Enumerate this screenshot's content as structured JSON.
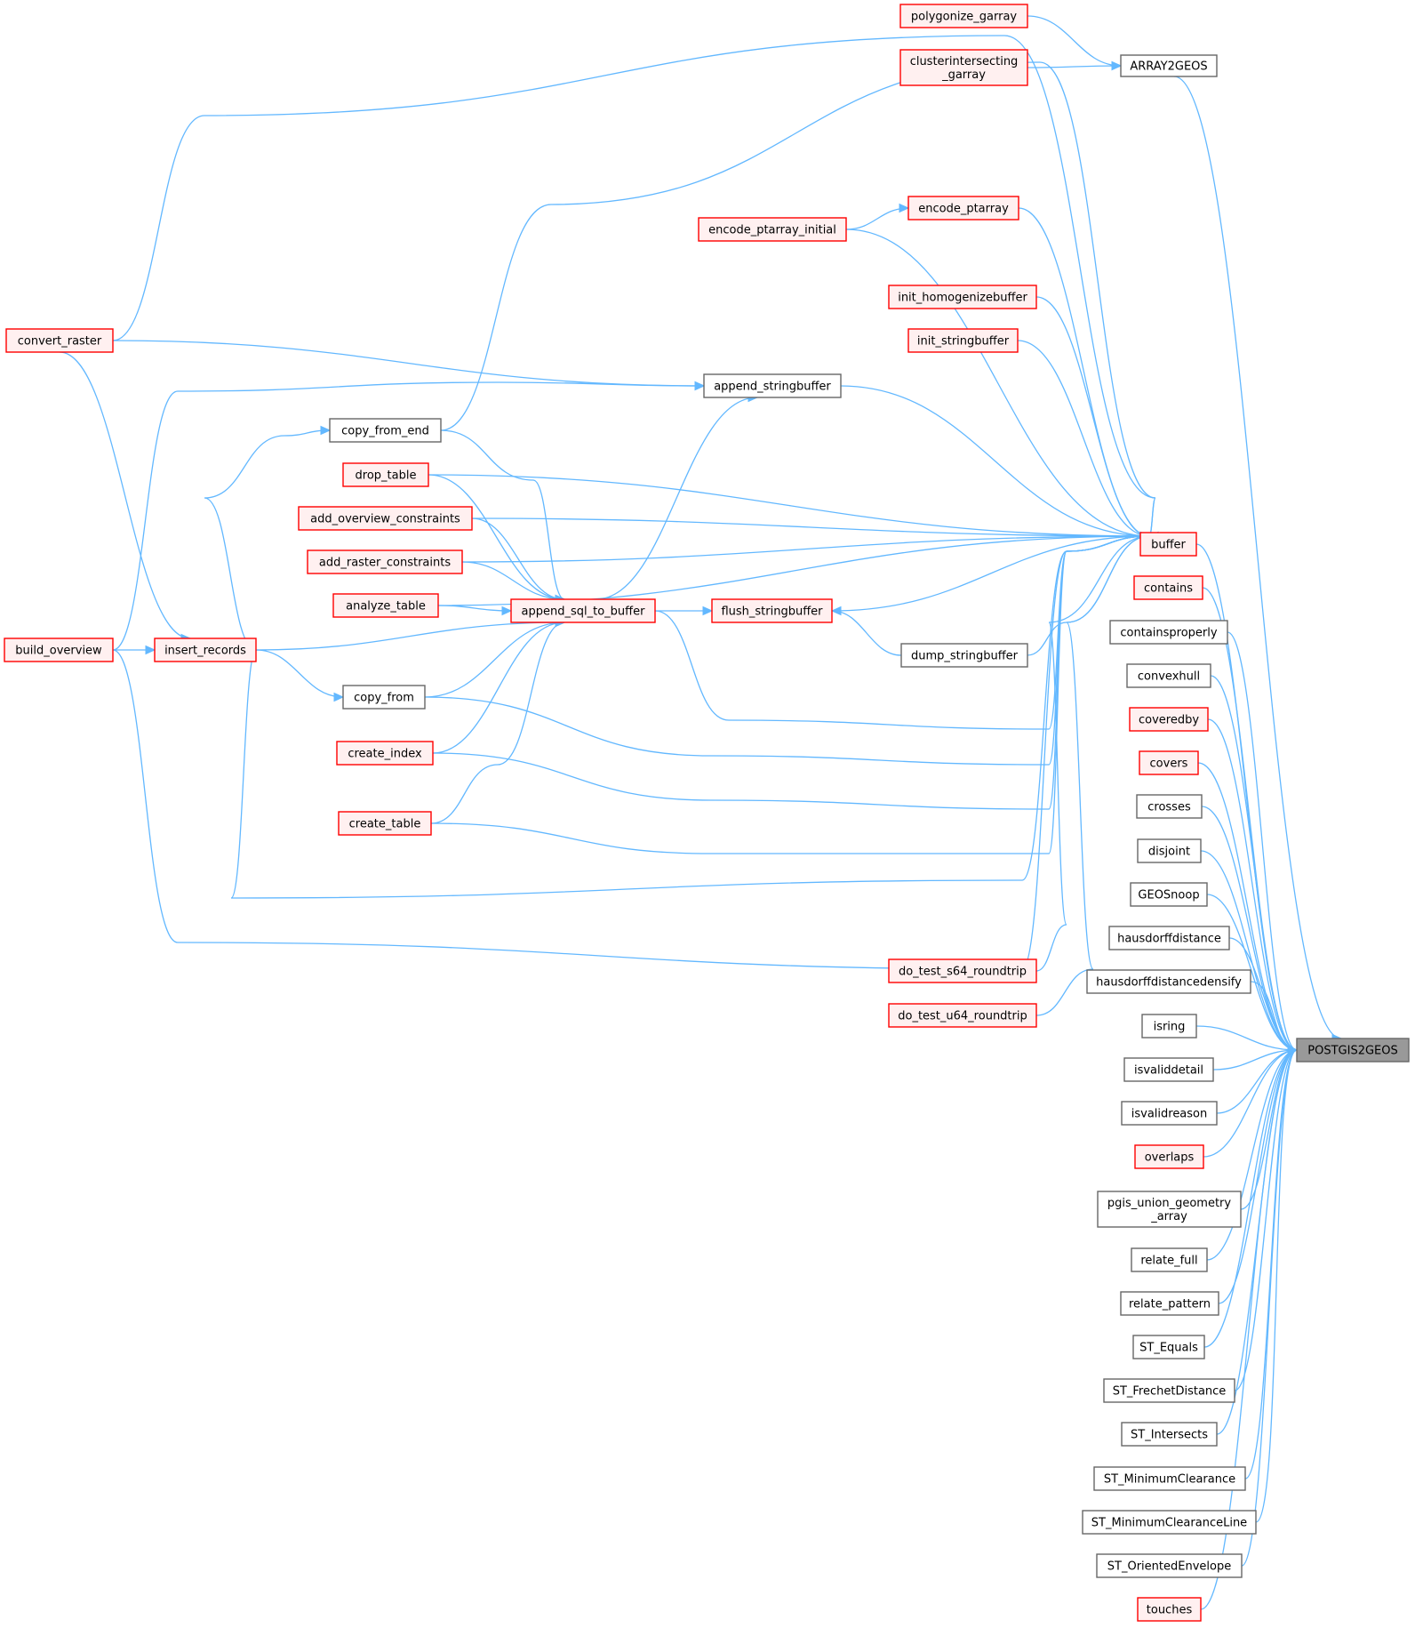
{
  "colors": {
    "edge": "#63b8ff",
    "node_border_default": "#666666",
    "node_fill_default": "#ffffff",
    "node_border_red": "#ff0000",
    "node_fill_red": "#fff0f0",
    "node_fill_highlight": "#999999",
    "node_border_highlight": "#666666"
  },
  "nodes": [
    {
      "id": "POSTGIS2GEOS",
      "lines": [
        "POSTGIS2GEOS"
      ],
      "style": "highlight"
    },
    {
      "id": "ARRAY2GEOS",
      "lines": [
        "ARRAY2GEOS"
      ],
      "style": "default"
    },
    {
      "id": "polygonize_garray",
      "lines": [
        "polygonize_garray"
      ],
      "style": "red"
    },
    {
      "id": "clusterintersecting_garray",
      "lines": [
        "clusterintersecting",
        "_garray"
      ],
      "style": "red"
    },
    {
      "id": "buffer",
      "lines": [
        "buffer"
      ],
      "style": "red"
    },
    {
      "id": "encode_ptarray",
      "lines": [
        "encode_ptarray"
      ],
      "style": "red"
    },
    {
      "id": "encode_ptarray_initial",
      "lines": [
        "encode_ptarray_initial"
      ],
      "style": "red"
    },
    {
      "id": "init_homogenizebuffer",
      "lines": [
        "init_homogenizebuffer"
      ],
      "style": "red"
    },
    {
      "id": "init_stringbuffer",
      "lines": [
        "init_stringbuffer"
      ],
      "style": "red"
    },
    {
      "id": "append_stringbuffer",
      "lines": [
        "append_stringbuffer"
      ],
      "style": "default"
    },
    {
      "id": "convert_raster",
      "lines": [
        "convert_raster"
      ],
      "style": "red"
    },
    {
      "id": "copy_from_end",
      "lines": [
        "copy_from_end"
      ],
      "style": "default"
    },
    {
      "id": "drop_table",
      "lines": [
        "drop_table"
      ],
      "style": "red"
    },
    {
      "id": "add_overview_constraints",
      "lines": [
        "add_overview_constraints"
      ],
      "style": "red"
    },
    {
      "id": "add_raster_constraints",
      "lines": [
        "add_raster_constraints"
      ],
      "style": "red"
    },
    {
      "id": "analyze_table",
      "lines": [
        "analyze_table"
      ],
      "style": "red"
    },
    {
      "id": "append_sql_to_buffer",
      "lines": [
        "append_sql_to_buffer"
      ],
      "style": "red"
    },
    {
      "id": "flush_stringbuffer",
      "lines": [
        "flush_stringbuffer"
      ],
      "style": "red"
    },
    {
      "id": "dump_stringbuffer",
      "lines": [
        "dump_stringbuffer"
      ],
      "style": "default"
    },
    {
      "id": "build_overview",
      "lines": [
        "build_overview"
      ],
      "style": "red"
    },
    {
      "id": "insert_records",
      "lines": [
        "insert_records"
      ],
      "style": "red"
    },
    {
      "id": "copy_from",
      "lines": [
        "copy_from"
      ],
      "style": "default"
    },
    {
      "id": "create_index",
      "lines": [
        "create_index"
      ],
      "style": "red"
    },
    {
      "id": "create_table",
      "lines": [
        "create_table"
      ],
      "style": "red"
    },
    {
      "id": "do_test_s64_roundtrip",
      "lines": [
        "do_test_s64_roundtrip"
      ],
      "style": "red"
    },
    {
      "id": "do_test_u64_roundtrip",
      "lines": [
        "do_test_u64_roundtrip"
      ],
      "style": "red"
    },
    {
      "id": "contains",
      "lines": [
        "contains"
      ],
      "style": "red"
    },
    {
      "id": "containsproperly",
      "lines": [
        "containsproperly"
      ],
      "style": "default"
    },
    {
      "id": "convexhull",
      "lines": [
        "convexhull"
      ],
      "style": "default"
    },
    {
      "id": "coveredby",
      "lines": [
        "coveredby"
      ],
      "style": "red"
    },
    {
      "id": "covers",
      "lines": [
        "covers"
      ],
      "style": "red"
    },
    {
      "id": "crosses",
      "lines": [
        "crosses"
      ],
      "style": "default"
    },
    {
      "id": "disjoint",
      "lines": [
        "disjoint"
      ],
      "style": "default"
    },
    {
      "id": "GEOSnoop",
      "lines": [
        "GEOSnoop"
      ],
      "style": "default"
    },
    {
      "id": "hausdorffdistance",
      "lines": [
        "hausdorffdistance"
      ],
      "style": "default"
    },
    {
      "id": "hausdorffdistancedensify",
      "lines": [
        "hausdorffdistancedensify"
      ],
      "style": "default"
    },
    {
      "id": "isring",
      "lines": [
        "isring"
      ],
      "style": "default"
    },
    {
      "id": "isvaliddetail",
      "lines": [
        "isvaliddetail"
      ],
      "style": "default"
    },
    {
      "id": "isvalidreason",
      "lines": [
        "isvalidreason"
      ],
      "style": "default"
    },
    {
      "id": "overlaps",
      "lines": [
        "overlaps"
      ],
      "style": "red"
    },
    {
      "id": "pgis_union_geometry_array",
      "lines": [
        "pgis_union_geometry",
        "_array"
      ],
      "style": "default"
    },
    {
      "id": "relate_full",
      "lines": [
        "relate_full"
      ],
      "style": "default"
    },
    {
      "id": "relate_pattern",
      "lines": [
        "relate_pattern"
      ],
      "style": "default"
    },
    {
      "id": "ST_Equals",
      "lines": [
        "ST_Equals"
      ],
      "style": "default"
    },
    {
      "id": "ST_FrechetDistance",
      "lines": [
        "ST_FrechetDistance"
      ],
      "style": "default"
    },
    {
      "id": "ST_Intersects",
      "lines": [
        "ST_Intersects"
      ],
      "style": "default"
    },
    {
      "id": "ST_MinimumClearance",
      "lines": [
        "ST_MinimumClearance"
      ],
      "style": "default"
    },
    {
      "id": "ST_MinimumClearanceLine",
      "lines": [
        "ST_MinimumClearanceLine"
      ],
      "style": "default"
    },
    {
      "id": "ST_OrientedEnvelope",
      "lines": [
        "ST_OrientedEnvelope"
      ],
      "style": "default"
    },
    {
      "id": "touches",
      "lines": [
        "touches"
      ],
      "style": "red"
    }
  ],
  "edges": [
    {
      "from": "polygonize_garray",
      "to": "ARRAY2GEOS"
    },
    {
      "from": "clusterintersecting_garray",
      "to": "ARRAY2GEOS"
    },
    {
      "from": "ARRAY2GEOS",
      "to": "POSTGIS2GEOS"
    },
    {
      "from": "buffer",
      "to": "POSTGIS2GEOS"
    },
    {
      "from": "contains",
      "to": "POSTGIS2GEOS"
    },
    {
      "from": "containsproperly",
      "to": "POSTGIS2GEOS"
    },
    {
      "from": "convexhull",
      "to": "POSTGIS2GEOS"
    },
    {
      "from": "coveredby",
      "to": "POSTGIS2GEOS"
    },
    {
      "from": "covers",
      "to": "POSTGIS2GEOS"
    },
    {
      "from": "crosses",
      "to": "POSTGIS2GEOS"
    },
    {
      "from": "disjoint",
      "to": "POSTGIS2GEOS"
    },
    {
      "from": "GEOSnoop",
      "to": "POSTGIS2GEOS"
    },
    {
      "from": "hausdorffdistance",
      "to": "POSTGIS2GEOS"
    },
    {
      "from": "hausdorffdistancedensify",
      "to": "POSTGIS2GEOS"
    },
    {
      "from": "isring",
      "to": "POSTGIS2GEOS"
    },
    {
      "from": "isvaliddetail",
      "to": "POSTGIS2GEOS"
    },
    {
      "from": "isvalidreason",
      "to": "POSTGIS2GEOS"
    },
    {
      "from": "overlaps",
      "to": "POSTGIS2GEOS"
    },
    {
      "from": "pgis_union_geometry_array",
      "to": "POSTGIS2GEOS"
    },
    {
      "from": "relate_full",
      "to": "POSTGIS2GEOS"
    },
    {
      "from": "relate_pattern",
      "to": "POSTGIS2GEOS"
    },
    {
      "from": "ST_Equals",
      "to": "POSTGIS2GEOS"
    },
    {
      "from": "ST_FrechetDistance",
      "to": "POSTGIS2GEOS"
    },
    {
      "from": "ST_Intersects",
      "to": "POSTGIS2GEOS"
    },
    {
      "from": "ST_MinimumClearance",
      "to": "POSTGIS2GEOS"
    },
    {
      "from": "ST_MinimumClearanceLine",
      "to": "POSTGIS2GEOS"
    },
    {
      "from": "ST_OrientedEnvelope",
      "to": "POSTGIS2GEOS"
    },
    {
      "from": "touches",
      "to": "POSTGIS2GEOS"
    },
    {
      "from": "encode_ptarray_initial",
      "to": "encode_ptarray"
    },
    {
      "from": "encode_ptarray",
      "to": "buffer"
    },
    {
      "from": "encode_ptarray_initial",
      "to": "buffer"
    },
    {
      "from": "init_homogenizebuffer",
      "to": "buffer"
    },
    {
      "from": "init_stringbuffer",
      "to": "buffer"
    },
    {
      "from": "append_stringbuffer",
      "to": "buffer"
    },
    {
      "from": "convert_raster",
      "to": "buffer"
    },
    {
      "from": "copy_from_end",
      "to": "buffer"
    },
    {
      "from": "drop_table",
      "to": "buffer"
    },
    {
      "from": "add_overview_constraints",
      "to": "buffer"
    },
    {
      "from": "add_raster_constraints",
      "to": "buffer"
    },
    {
      "from": "analyze_table",
      "to": "buffer"
    },
    {
      "from": "flush_stringbuffer",
      "to": "buffer"
    },
    {
      "from": "dump_stringbuffer",
      "to": "buffer"
    },
    {
      "from": "append_sql_to_buffer",
      "to": "buffer"
    },
    {
      "from": "copy_from",
      "to": "buffer"
    },
    {
      "from": "create_index",
      "to": "buffer"
    },
    {
      "from": "create_table",
      "to": "buffer"
    },
    {
      "from": "insert_records",
      "to": "buffer"
    },
    {
      "from": "build_overview",
      "to": "buffer"
    },
    {
      "from": "do_test_s64_roundtrip",
      "to": "buffer"
    },
    {
      "from": "do_test_u64_roundtrip",
      "to": "buffer"
    },
    {
      "from": "append_sql_to_buffer",
      "to": "append_stringbuffer"
    },
    {
      "from": "convert_raster",
      "to": "append_stringbuffer"
    },
    {
      "from": "build_overview",
      "to": "append_stringbuffer"
    },
    {
      "from": "append_sql_to_buffer",
      "to": "flush_stringbuffer"
    },
    {
      "from": "dump_stringbuffer",
      "to": "flush_stringbuffer"
    },
    {
      "from": "copy_from_end",
      "to": "append_sql_to_buffer"
    },
    {
      "from": "drop_table",
      "to": "append_sql_to_buffer"
    },
    {
      "from": "add_overview_constraints",
      "to": "append_sql_to_buffer"
    },
    {
      "from": "add_raster_constraints",
      "to": "append_sql_to_buffer"
    },
    {
      "from": "analyze_table",
      "to": "append_sql_to_buffer"
    },
    {
      "from": "insert_records",
      "to": "append_sql_to_buffer"
    },
    {
      "from": "copy_from",
      "to": "append_sql_to_buffer"
    },
    {
      "from": "create_index",
      "to": "append_sql_to_buffer"
    },
    {
      "from": "create_table",
      "to": "append_sql_to_buffer"
    },
    {
      "from": "insert_records",
      "to": "copy_from_end"
    },
    {
      "from": "insert_records",
      "to": "copy_from"
    },
    {
      "from": "convert_raster",
      "to": "insert_records"
    },
    {
      "from": "build_overview",
      "to": "insert_records"
    }
  ]
}
